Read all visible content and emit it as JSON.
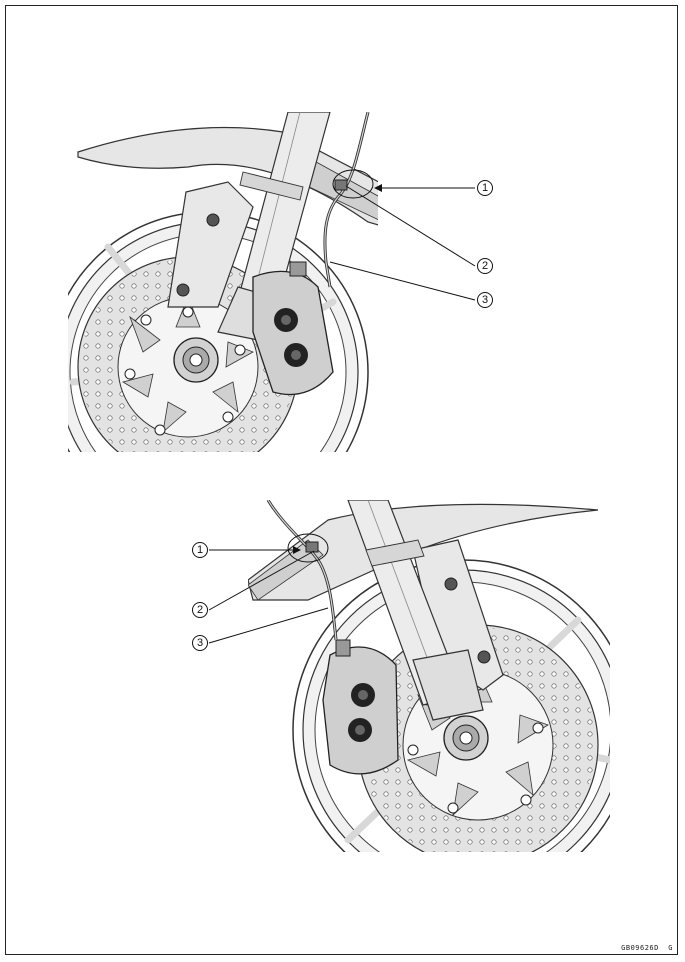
{
  "figure_top": {
    "callouts": [
      {
        "number": "1"
      },
      {
        "number": "2"
      },
      {
        "number": "3"
      }
    ]
  },
  "figure_bottom": {
    "callouts": [
      {
        "number": "1"
      },
      {
        "number": "2"
      },
      {
        "number": "3"
      }
    ]
  },
  "footer": {
    "figure_code": "GB09626D  G"
  }
}
